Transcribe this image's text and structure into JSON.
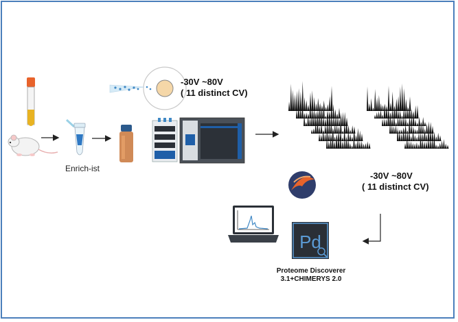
{
  "labels": {
    "enrich": "Enrich-ist",
    "cv_top_line1": "-30V ~80V",
    "cv_top_line2": "( 11 distinct CV)",
    "cv_bottom_line1": "-30V ~80V",
    "cv_bottom_line2": "( 11 distinct CV)",
    "software_line1": "Proteome Discoverer",
    "software_line2": "3.1+CHIMERYS 2.0",
    "pd_logo": "Pd"
  },
  "colors": {
    "frame_border": "#4a7ebb",
    "tube_cap": "#e8632b",
    "serum": "#e8b322",
    "vial_amber": "#c8763a",
    "vial_cap": "#2c5a8c",
    "pd_blue": "#5b9bd5",
    "instrument_blue": "#1f5fa8",
    "spectra_black": "#111111"
  },
  "icons": [
    "mouse-icon",
    "blood-tube-icon",
    "microtube-icon",
    "sample-vial-icon",
    "faims-icon",
    "lc-ms-icon",
    "spectra-icon",
    "chimerys-logo-icon",
    "laptop-chromatogram-icon",
    "proteome-discoverer-icon"
  ]
}
